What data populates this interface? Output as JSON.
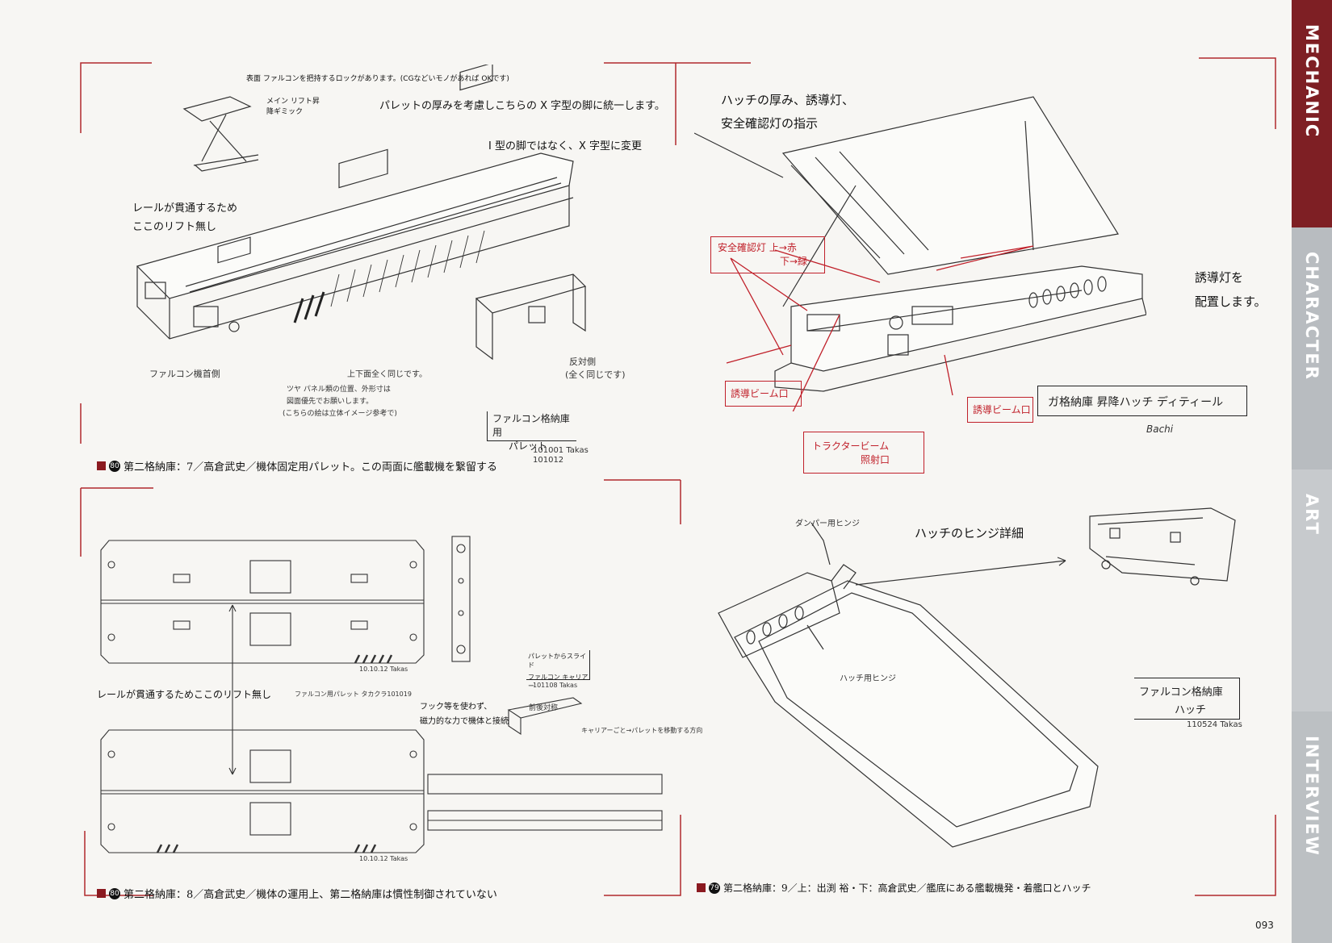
{
  "tabs": [
    "MECHANIC",
    "CHARACTER",
    "ART",
    "INTERVIEW"
  ],
  "page_number": "093",
  "panel_tl": {
    "note_top": "表面 ファルコンを把持するロックがあります。(CGなどいモノがあれば OKです)",
    "note_lift": "メイン リフト昇降ギミック",
    "note_pallet": "パレットの厚みを考慮しこちらの X 字型の脚に統一します。",
    "note_xleg": "I 型の脚ではなく、X 字型に変更",
    "note_rail_1": "レールが貫通するため",
    "note_rail_2": "ここのリフト無し",
    "label_head": "ファルコン機首側",
    "label_updown": "上下面全く同じです。",
    "label_reverse_1": "反対側",
    "label_reverse_2": "(全く同じです)",
    "label_small_1": "ツヤ パネル類の位置、外形寸は",
    "label_small_2": "図面優先でお願いします。",
    "label_small_3": "(こちらの絵は立体イメージ参考で)",
    "stamp_title_1": "ファルコン格納庫用",
    "stamp_title_2": "パレット",
    "stamp_date": "101001 Takas",
    "stamp_date2": "101012",
    "caption_num": "80",
    "caption": "第二格納庫：7／高倉武史／機体固定用パレット。この両面に艦載機を繋留する"
  },
  "panel_tr": {
    "title_1": "ハッチの厚み、誘導灯、",
    "title_2": "安全確認灯の指示",
    "red_safety_1": "安全確認灯 上→赤",
    "red_safety_2": "下→緑",
    "guide_light_1": "誘導灯を",
    "guide_light_2": "配置します。",
    "red_beam_left": "誘導ビーム口",
    "red_beam_right": "誘導ビーム口",
    "red_tractor_1": "トラクタービーム",
    "red_tractor_2": "照射口",
    "detail_box": "ガ格納庫 昇降ハッチ ディティール",
    "signature": "Bachi"
  },
  "panel_bl": {
    "note_rail": "レールが貫通するためここのリフト無し",
    "note_pallet_small": "ファルコン用パレット タカクラ101019",
    "note_hook_1": "フック等を使わず、",
    "note_hook_2": "磁力的な力で機体と接続",
    "label_carrier_1": "パレットからスライド",
    "label_carrier_2": "ファルコン キャリアー",
    "label_carrier_3": "101108 Takas",
    "label_front": "前後対称",
    "label_slide": "キャリアーごと→パレットを移動する方向",
    "date_1": "10.10.12 Takas",
    "date_2": "10.10.12 Takas",
    "caption_num": "80",
    "caption": "第二格納庫：8／高倉武史／機体の運用上、第二格納庫は慣性制御されていない"
  },
  "panel_br": {
    "title": "ハッチのヒンジ詳細",
    "label_damper": "ダンパー用ヒンジ",
    "label_hatch_hinge": "ハッチ用ヒンジ",
    "box_1": "ファルコン格納庫",
    "box_2": "ハッチ",
    "box_date": "110524 Takas",
    "caption_num": "79",
    "caption": "第二格納庫：9／上：出渕 裕・下：高倉武史／艦底にある艦載機発・着艦口とハッチ"
  }
}
